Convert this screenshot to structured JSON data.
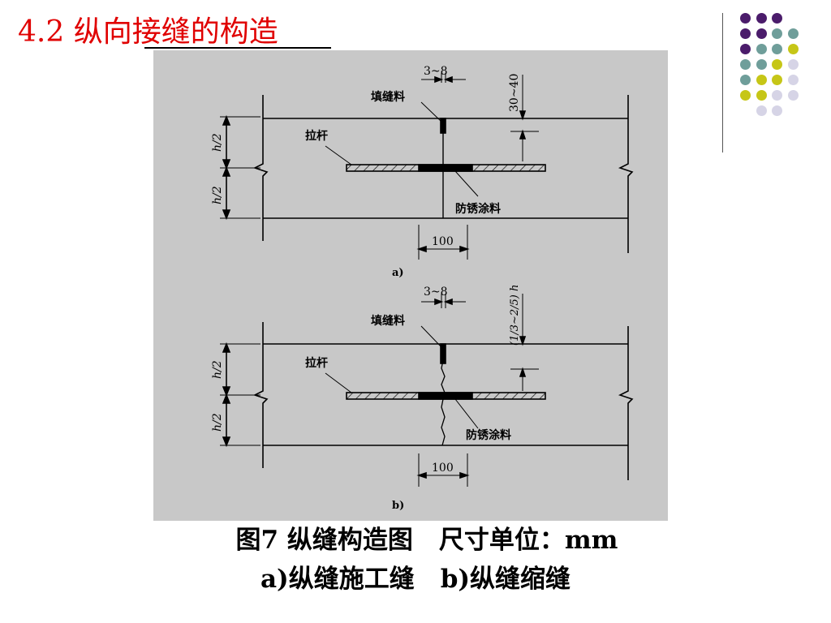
{
  "slide": {
    "title": "4.2 纵向接缝的构造",
    "accent_color": "#e00000"
  },
  "decor": {
    "dot_colors": {
      "purple": "#4b1c6b",
      "teal": "#6f9e9a",
      "yellow": "#c6c617",
      "lavender": "#d6d4e6"
    }
  },
  "figure": {
    "background": "#c8c8c8",
    "a": {
      "gap_label": "3~8",
      "depth_label": "30~40",
      "filler_label": "填缝料",
      "tiebar_label": "拉杆",
      "half_top": "h/2",
      "half_bottom": "h/2",
      "coating_label": "防锈涂料",
      "width_label": "100",
      "subfig_label": "a)"
    },
    "b": {
      "gap_label": "3~8",
      "depth_label": "(1/3~2/5) h",
      "filler_label": "填缝料",
      "tiebar_label": "拉杆",
      "half_top": "h/2",
      "half_bottom": "h/2",
      "coating_label": "防锈涂料",
      "width_label": "100",
      "subfig_label": "b)"
    }
  },
  "caption": {
    "line1_left": "图7  纵缝构造图",
    "line1_right": "尺寸单位：mm",
    "line2_left": "a)纵缝施工缝",
    "line2_right": "b)纵缝缩缝"
  }
}
